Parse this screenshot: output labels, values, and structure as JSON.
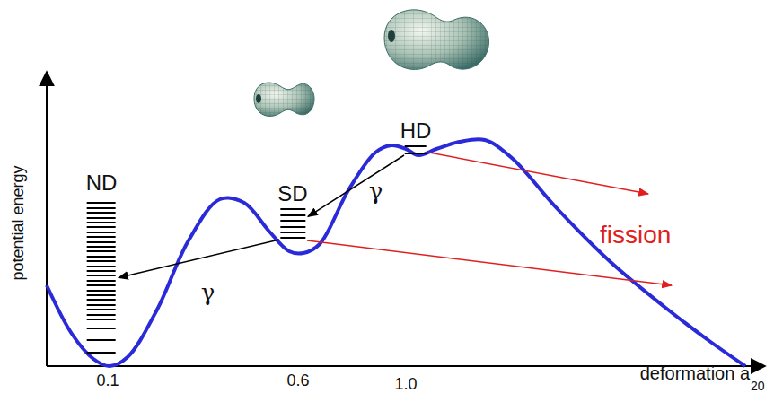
{
  "diagram": {
    "nodes": [
      {
        "text": [
          "ND"
        ]
      },
      {
        "text": [
          "SD"
        ]
      },
      {
        "text": [
          "HD"
        ]
      }
    ],
    "edges": [
      {
        "from": 2,
        "to": 1,
        "arrow": "to",
        "label": "γ"
      },
      {
        "from": 1,
        "to": 0,
        "arrow": "to",
        "label": "γ"
      }
    ],
    "labels": [
      "potential energy",
      "fission",
      "0.1",
      "0.6",
      "1.0",
      "deformation a",
      "20"
    ]
  }
}
